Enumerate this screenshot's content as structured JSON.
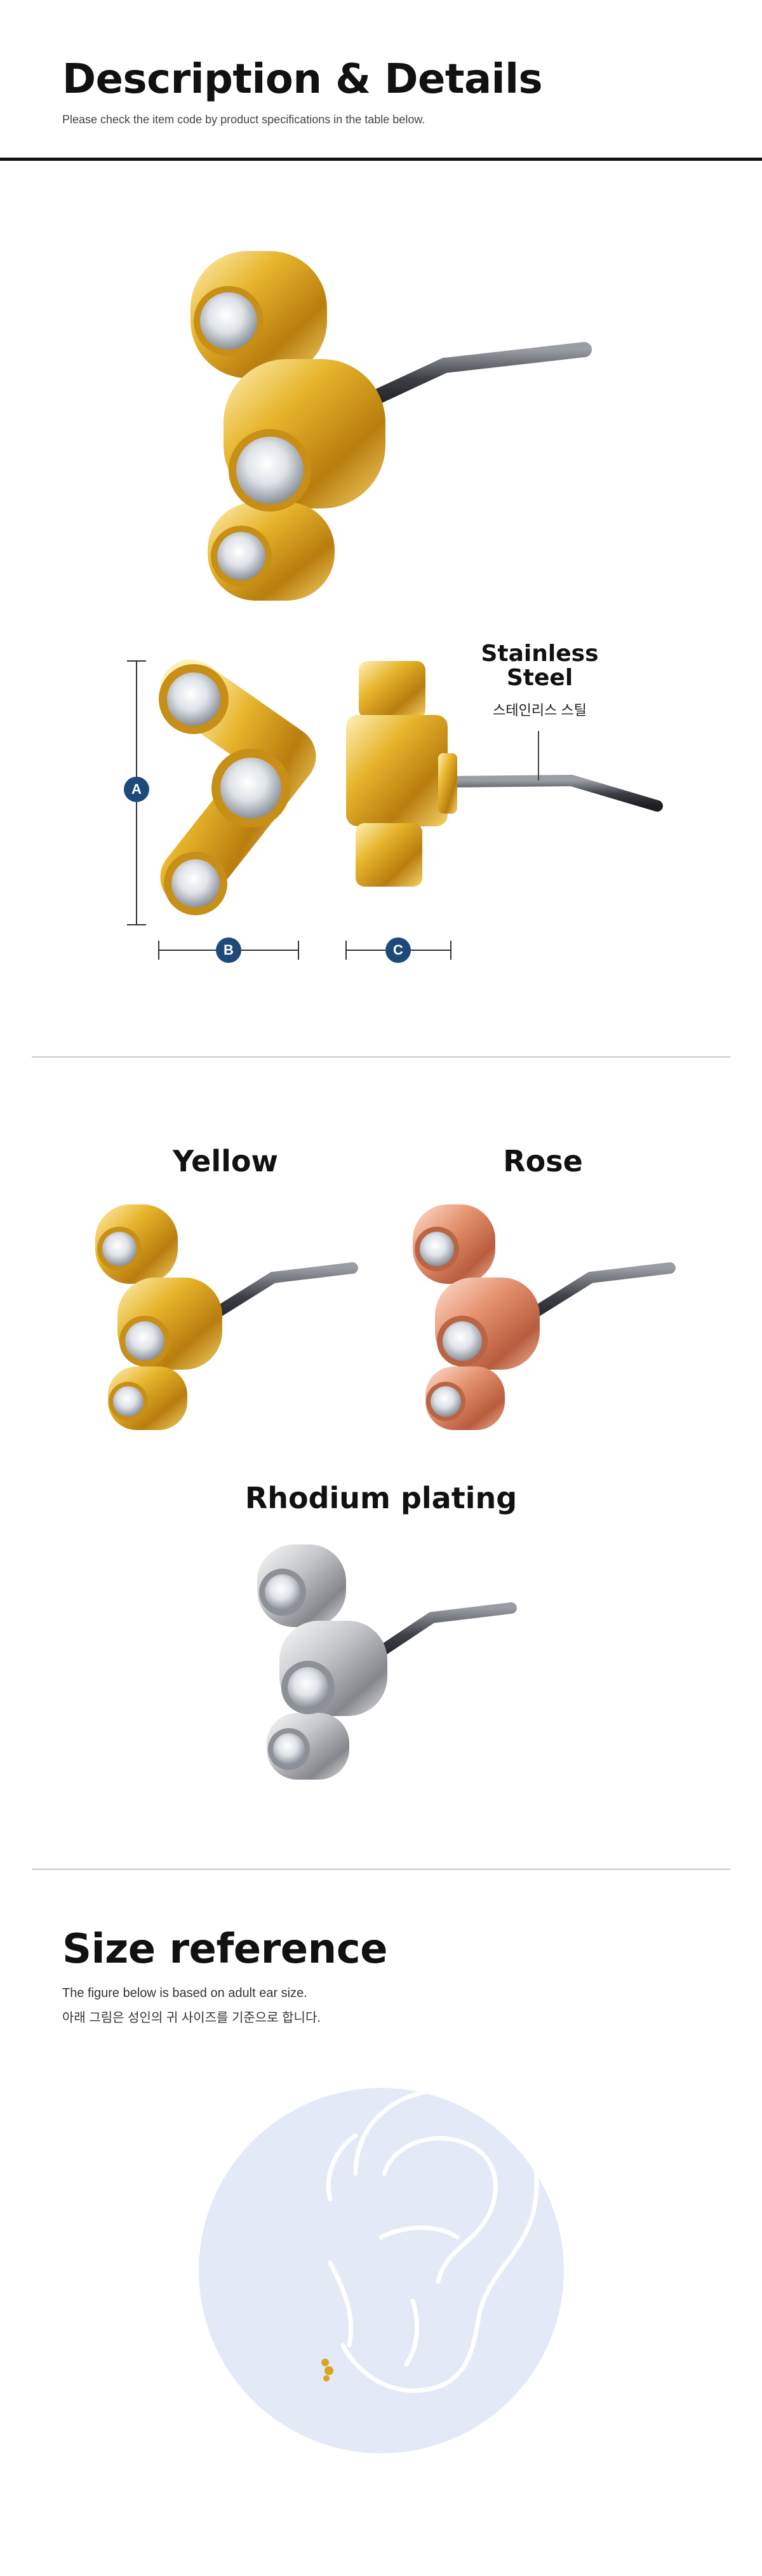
{
  "header": {
    "title": "Description & Details",
    "subtitle": "Please check the item code by product specifications in the table below."
  },
  "specs": {
    "material_en_line1": "Stainless",
    "material_en_line2": "Steel",
    "material_ko": "스테인리스 스틸",
    "dim_a": "A",
    "dim_b": "B",
    "dim_c": "C"
  },
  "colors": {
    "options": [
      {
        "label": "Yellow",
        "tone": "#d9a521"
      },
      {
        "label": "Rose",
        "tone": "#dd8a67"
      },
      {
        "label": "Rhodium plating",
        "tone": "#b9bcc2"
      }
    ]
  },
  "size": {
    "title": "Size reference",
    "note_en": "The figure below is based on adult ear size.",
    "note_ko": "아래 그림은 성인의 귀 사이즈를 기준으로 합니다."
  },
  "palette": {
    "accent_blue": "#1e4a7a",
    "ear_circle": "#e3e9f6",
    "divider": "#c8c8c8"
  }
}
